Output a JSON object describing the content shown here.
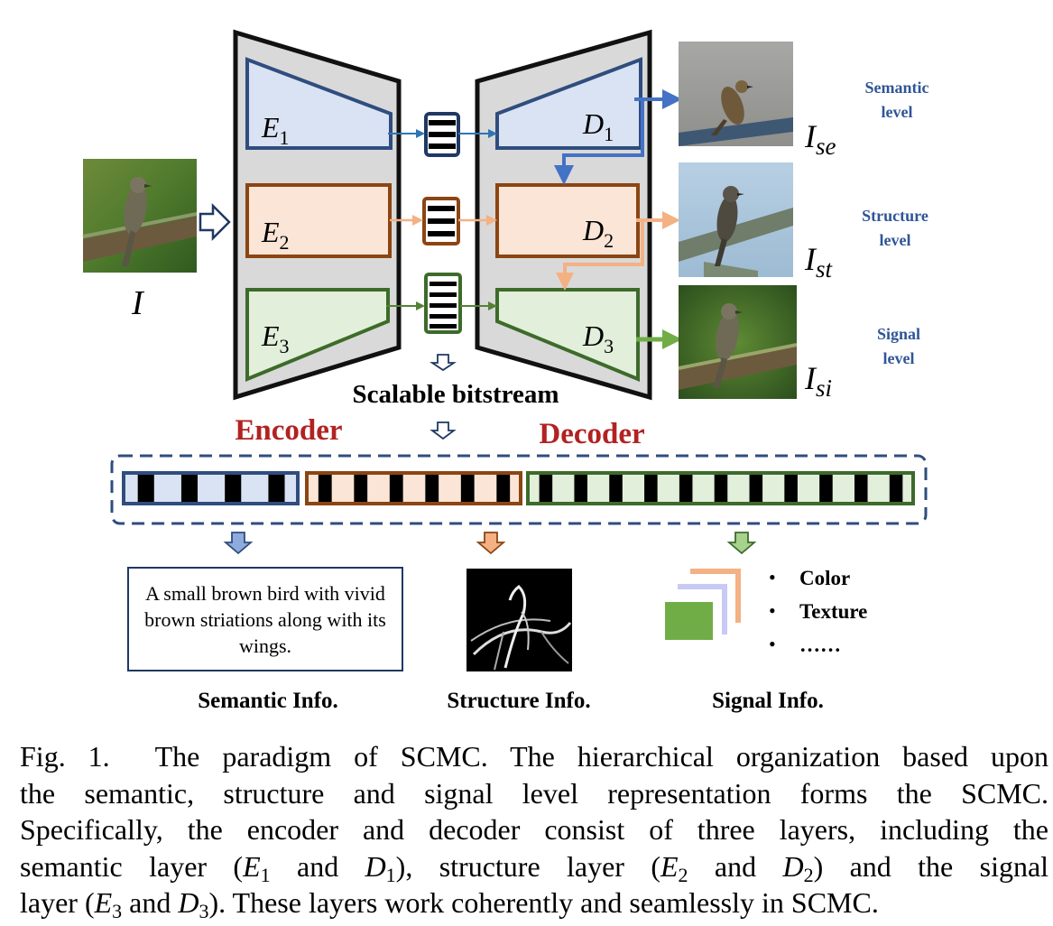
{
  "input_label": "I",
  "encoder": {
    "title": "Encoder",
    "blocks": [
      {
        "sym": "E",
        "sub": "1"
      },
      {
        "sym": "E",
        "sub": "2"
      },
      {
        "sym": "E",
        "sub": "3"
      }
    ]
  },
  "decoder": {
    "title": "Decoder",
    "blocks": [
      {
        "sym": "D",
        "sub": "1"
      },
      {
        "sym": "D",
        "sub": "2"
      },
      {
        "sym": "D",
        "sub": "3"
      }
    ]
  },
  "bitstream_label": "Scalable bitstream",
  "outputs": [
    {
      "sym": "I",
      "sub": "se",
      "level_line1": "Semantic",
      "level_line2": "level"
    },
    {
      "sym": "I",
      "sub": "st",
      "level_line1": "Structure",
      "level_line2": "level"
    },
    {
      "sym": "I",
      "sub": "si",
      "level_line1": "Signal",
      "level_line2": "level"
    }
  ],
  "semantic_text": "A small brown bird with vivid brown striations along with its wings.",
  "signal_bullets": [
    "Color",
    "Texture",
    "……"
  ],
  "info_labels": {
    "semantic": "Semantic Info.",
    "structure": "Structure Info.",
    "signal": "Signal Info."
  },
  "colors": {
    "semantic": "#2f4d7e",
    "semantic_fill": "#dae3f3",
    "structure": "#8b4513",
    "structure_fill": "#fbe5d6",
    "signal": "#3d6b2a",
    "signal_fill": "#e2efda",
    "title_red": "#b22222",
    "level_blue": "#2f5597",
    "arrow_blue": "#4472c4",
    "arrow_orange": "#f4b183",
    "arrow_green": "#70ad47"
  },
  "caption": {
    "fig": "Fig. 1.",
    "l1": "The paradigm of SCMC. The hierarchical organization based upon",
    "l2": "the semantic, structure and signal level representation forms the SCMC.",
    "l3": "Specifically, the encoder and decoder consist of three layers, including the",
    "l4a": "semantic layer (",
    "l4b": " and ",
    "l4c": "), structure layer (",
    "l4d": " and ",
    "l4e": ") and the signal",
    "l5a": "layer (",
    "l5b": " and ",
    "l5c": "). These layers work coherently and seamlessly in SCMC."
  }
}
